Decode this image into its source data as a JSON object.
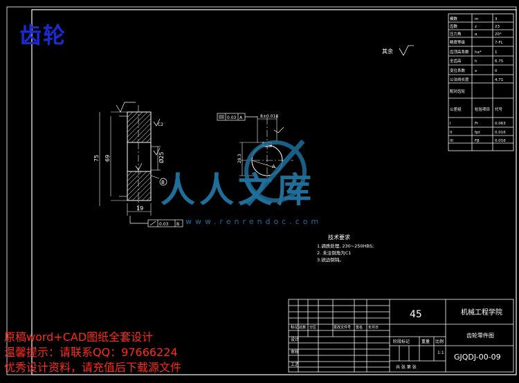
{
  "drawing_title": "齿轮",
  "watermark": {
    "brand": "人人文库",
    "url": "www.renrendoc.com"
  },
  "roughness_note": "其余",
  "param_table": [
    [
      "模数",
      "m",
      "3"
    ],
    [
      "齿数",
      "z",
      "23"
    ],
    [
      "压力角",
      "α",
      "20°"
    ],
    [
      "精度等级",
      "",
      "7-FL"
    ],
    [
      "齿顶高系数",
      "ha*",
      "1"
    ],
    [
      "全齿高",
      "h",
      "6.75"
    ],
    [
      "变位系数",
      "x",
      "0"
    ],
    [
      "公法线长度",
      "",
      "4.71"
    ],
    [
      "配对齿轮",
      "",
      ""
    ],
    [
      "公差组",
      "检验项目",
      "代号"
    ],
    [
      "I",
      "Fr",
      "0.063"
    ],
    [
      "II",
      "fpt",
      "0.016"
    ],
    [
      "III",
      "Fβ",
      "0.016"
    ]
  ],
  "tech_requirements": {
    "heading": "技术要求",
    "items": [
      "1.调质处理, 230~250HBS;",
      "2. 未注倒角为C1",
      "3.锐边倒钝。"
    ]
  },
  "dimensions": {
    "outer_dia": "75",
    "root_dia": "69",
    "width": "19",
    "bore_dia": "Ø25",
    "keyway_width": "8±0.018",
    "keyway_depth": "28.3",
    "runout_tol": "0.03",
    "runout_datum": "B",
    "sym_tol": "0.03",
    "sym_datum": "A",
    "chamfer": "C2",
    "datum_a": "A",
    "datum_b": "B"
  },
  "title_block": {
    "material": "45",
    "school": "机械工程学院",
    "part_name": "齿轮零件图",
    "drawing_no": "GJQDJ-00-09",
    "scale": "1:1",
    "row_labels": [
      "标记",
      "设计",
      "审核",
      "工艺"
    ],
    "sub_labels": [
      "处数",
      "分区",
      "更改文件号",
      "签名",
      "年月日"
    ],
    "stage_labels": [
      "阶段标记",
      "重量",
      "比例"
    ],
    "sheet_label": "共 张 第 张"
  },
  "promo_lines": [
    "原稿word+CAD图纸全套设计",
    "温馨提示：请联系QQ：97666224",
    "优秀设计资料，请充值后下载源文件"
  ]
}
